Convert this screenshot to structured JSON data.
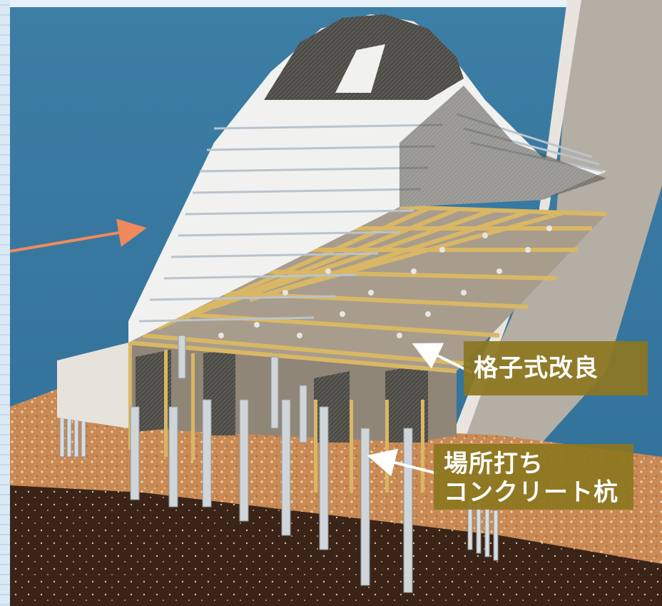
{
  "labels": {
    "lattice_improvement": "格子式改良",
    "cast_in_place_pile_line1": "場所打ち",
    "cast_in_place_pile_line2": "コンクリート杭"
  },
  "colors": {
    "water": "#3b7ea6",
    "left_strip": "#dbe9f5",
    "sand_layer": "#c98a55",
    "deep_layer": "#3a2418",
    "grid_lines": "#d9b765",
    "slab": "#a89d8c",
    "label_background": "#8c7620",
    "arrow_orange": "#f08a5d",
    "arrow_white": "#ffffff"
  }
}
